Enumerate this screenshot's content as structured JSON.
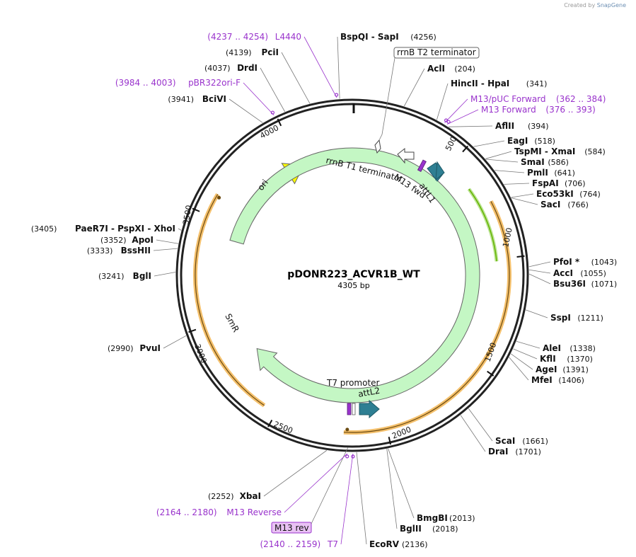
{
  "app": {
    "created_by": "Created by",
    "brand": "SnapGene"
  },
  "plasmid": {
    "name": "pDONR223_ACVR1B_WT",
    "length": 4305,
    "length_label": "4305 bp"
  },
  "colors": {
    "ori": "#ffff00",
    "smr": "#c4f7c4",
    "attl": "#2e7f93",
    "primer": "#9933cc",
    "orange": "#f2b552",
    "green": "#63b300"
  },
  "ticks": [
    {
      "pos": 500,
      "label": "500"
    },
    {
      "pos": 1000,
      "label": "1000"
    },
    {
      "pos": 1500,
      "label": "1500"
    },
    {
      "pos": 2000,
      "label": "2000"
    },
    {
      "pos": 2500,
      "label": "2500"
    },
    {
      "pos": 3000,
      "label": "3000"
    },
    {
      "pos": 3500,
      "label": "3500"
    },
    {
      "pos": 4000,
      "label": "4000"
    }
  ],
  "sites": [
    {
      "id": "bspqi-sapi",
      "pos": 4256,
      "name": "BspQI - SapI",
      "num": "(4256)",
      "side": "right"
    },
    {
      "id": "acli",
      "pos": 204,
      "name": "AclI",
      "num": "(204)",
      "side": "right"
    },
    {
      "id": "hincii-hpai",
      "pos": 341,
      "name": "HincII - HpaI",
      "num": "(341)",
      "side": "right"
    },
    {
      "id": "aflii",
      "pos": 394,
      "name": "AflII",
      "num": "(394)",
      "side": "right"
    },
    {
      "id": "eagi",
      "pos": 518,
      "name": "EagI",
      "num": "(518)",
      "side": "right"
    },
    {
      "id": "tspmi-xmai",
      "pos": 584,
      "name": "TspMI - XmaI",
      "num": "(584)",
      "side": "right"
    },
    {
      "id": "smai",
      "pos": 586,
      "name": "SmaI",
      "num": "(586)",
      "side": "right"
    },
    {
      "id": "pmli",
      "pos": 641,
      "name": "PmlI",
      "num": "(641)",
      "side": "right"
    },
    {
      "id": "fspai",
      "pos": 706,
      "name": "FspAI",
      "num": "(706)",
      "side": "right"
    },
    {
      "id": "eco53ki",
      "pos": 764,
      "name": "Eco53kI",
      "num": "(764)",
      "side": "right"
    },
    {
      "id": "saci",
      "pos": 766,
      "name": "SacI",
      "num": "(766)",
      "side": "right"
    },
    {
      "id": "pfoi",
      "pos": 1043,
      "name": "PfoI *",
      "num": "(1043)",
      "side": "right"
    },
    {
      "id": "acci",
      "pos": 1055,
      "name": "AccI",
      "num": "(1055)",
      "side": "right"
    },
    {
      "id": "bsu36i",
      "pos": 1071,
      "name": "Bsu36I",
      "num": "(1071)",
      "side": "right"
    },
    {
      "id": "sspi",
      "pos": 1211,
      "name": "SspI",
      "num": "(1211)",
      "side": "right"
    },
    {
      "id": "alei",
      "pos": 1338,
      "name": "AleI",
      "num": "(1338)",
      "side": "right"
    },
    {
      "id": "kfli",
      "pos": 1370,
      "name": "KflI",
      "num": "(1370)",
      "side": "right"
    },
    {
      "id": "agei",
      "pos": 1391,
      "name": "AgeI",
      "num": "(1391)",
      "side": "right"
    },
    {
      "id": "mfei",
      "pos": 1406,
      "name": "MfeI",
      "num": "(1406)",
      "side": "right"
    },
    {
      "id": "scai",
      "pos": 1661,
      "name": "ScaI",
      "num": "(1661)",
      "side": "right"
    },
    {
      "id": "drai",
      "pos": 1701,
      "name": "DraI",
      "num": "(1701)",
      "side": "right"
    },
    {
      "id": "bmgbi",
      "pos": 2013,
      "name": "BmgBI",
      "num": "(2013)",
      "side": "right"
    },
    {
      "id": "bglii",
      "pos": 2018,
      "name": "BglII",
      "num": "(2018)",
      "side": "right"
    },
    {
      "id": "ecorv",
      "pos": 2136,
      "name": "EcoRV",
      "num": "(2136)",
      "side": "right"
    },
    {
      "id": "xbai",
      "pos": 2252,
      "name": "XbaI",
      "num": "(2252)",
      "side": "left"
    },
    {
      "id": "pvui",
      "pos": 2990,
      "name": "PvuI",
      "num": "(2990)",
      "side": "left"
    },
    {
      "id": "bgli",
      "pos": 3241,
      "name": "BglI",
      "num": "(3241)",
      "side": "left"
    },
    {
      "id": "bsshii",
      "pos": 3333,
      "name": "BssHII",
      "num": "(3333)",
      "side": "left"
    },
    {
      "id": "apoi",
      "pos": 3352,
      "name": "ApoI",
      "num": "(3352)",
      "side": "left"
    },
    {
      "id": "paer7i",
      "pos": 3405,
      "name": "PaeR7I - PspXI - XhoI",
      "num": "(3405)",
      "side": "left"
    },
    {
      "id": "bcivi",
      "pos": 3941,
      "name": "BciVI",
      "num": "(3941)",
      "side": "left"
    },
    {
      "id": "drdi",
      "pos": 4037,
      "name": "DrdI",
      "num": "(4037)",
      "side": "left"
    },
    {
      "id": "pcii",
      "pos": 4139,
      "name": "PciI",
      "num": "(4139)",
      "side": "left"
    }
  ],
  "primers": [
    {
      "id": "l4440",
      "pos": 4245,
      "name": "L4440",
      "num": "(4237 .. 4254)",
      "side": "left"
    },
    {
      "id": "pbr322ori-f",
      "pos": 3993,
      "name": "pBR322ori-F",
      "num": "(3984 .. 4003)",
      "side": "left"
    },
    {
      "id": "m13-puc-forward",
      "pos": 373,
      "name": "M13/pUC Forward",
      "num": "(362 .. 384)",
      "side": "right"
    },
    {
      "id": "m13-forward",
      "pos": 384,
      "name": "M13 Forward",
      "num": "(376 .. 393)",
      "side": "right"
    },
    {
      "id": "m13-reverse",
      "pos": 2172,
      "name": "M13 Reverse",
      "num": "(2164 .. 2180)",
      "side": "left"
    },
    {
      "id": "t7",
      "pos": 2150,
      "name": "T7",
      "num": "(2140 .. 2159)",
      "side": "left"
    }
  ],
  "labels": {
    "rrnb_t2": "rrnB T2 terminator",
    "rrnb_t1": "rrnB T1 terminator",
    "m13_fwd": "M13 fwd",
    "attl1": "attL1",
    "t7_promoter": "T7 promoter",
    "attl2": "attL2",
    "m13_rev": "M13 rev",
    "ori": "ori",
    "smr": "SmR"
  }
}
